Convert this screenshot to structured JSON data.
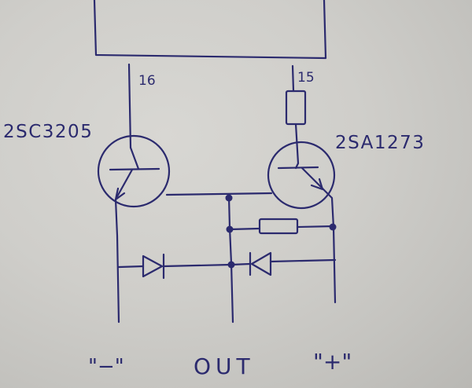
{
  "labels": {
    "pin_left": "16",
    "pin_right": "15",
    "transistor_left": "2SC3205",
    "transistor_right": "2SA1273",
    "terminal_minus": "\"−\"",
    "terminal_out": "OUT",
    "terminal_plus": "\"+\""
  },
  "colors": {
    "ink": "#2b2a6e",
    "paper": "#cfceca"
  }
}
